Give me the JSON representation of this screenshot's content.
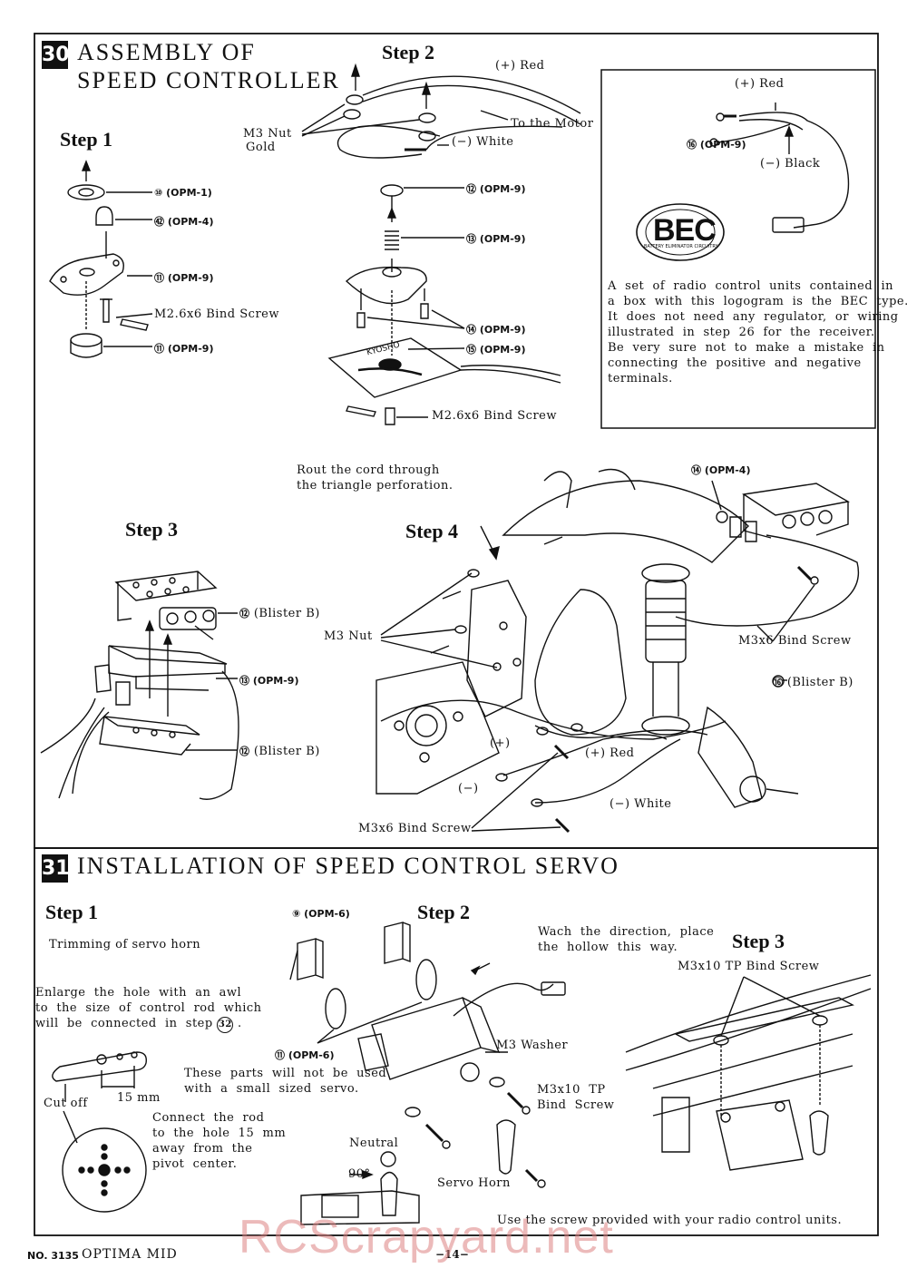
{
  "section30": {
    "number": "30",
    "title_line1": "ASSEMBLY OF",
    "title_line2": "SPEED CONTROLLER",
    "step1": {
      "label": "Step 1",
      "parts": [
        "(OPM-1)",
        "(OPM-4)",
        "(OPM-9)",
        "(OPM-9)"
      ],
      "screw": "M2.6x6  Bind  Screw"
    },
    "step2": {
      "label": "Step 2",
      "plus_red": "(+)   Red",
      "to_motor": "To  the  Motor",
      "minus_white": "(−)   White",
      "nut_line1": "M3  Nut",
      "nut_line2": "Gold",
      "parts": [
        "(OPM-9)",
        "(OPM-9)",
        "(OPM-9)",
        "(OPM-9)"
      ],
      "screw": "M2.6x6  Bind  Screw",
      "kyosho_mark": "KYOSHO"
    },
    "bec_box": {
      "plus_red": "(+)   Red",
      "minus_black": "(−)   Black",
      "part": "(OPM-9)",
      "logo": "BEC",
      "logo_ring": "BATTERY  ELIMINATOR  CIRCUITRY",
      "text": [
        "A  set  of  radio  control  units  contained  in",
        "a  box  with  this  logogram  is  the  BEC  type.",
        "It  does  not  need  any  regulator,  or  wiring",
        "illustrated  in  step  26  for  the  receiver.",
        "Be  very  sure  not  to  make  a  mistake  in",
        "connecting  the  positive  and  negative",
        "terminals."
      ]
    },
    "step3": {
      "label": "Step 3",
      "parts": [
        "(Blister  B)",
        "(OPM-9)",
        "(Blister  B)"
      ]
    },
    "step4": {
      "label": "Step 4",
      "rout_line1": "Rout  the  cord  through",
      "rout_line2": "the  triangle  perforation.",
      "opm4": "(OPM-4)",
      "m3_nut": "M3  Nut",
      "m3x6_bind_1": "M3x6  Bind  Screw",
      "blister_b": "(Blister  B)",
      "plus": "(+)",
      "minus": "(−)",
      "plus_red": "(+)  Red",
      "minus_white": "(−)   White",
      "m3x6_bind_2": "M3x6  Bind  Screw"
    }
  },
  "section31": {
    "number": "31",
    "title": "INSTALLATION  OF  SPEED  CONTROL  SERVO",
    "step1": {
      "label": "Step 1",
      "trimming": "Trimming  of  servo  horn",
      "enlarge": [
        "Enlarge  the  hole  with  an  awl",
        "to  the  size  of  control  rod  which",
        "will  be  connected  in  step"
      ],
      "step_ref": "32",
      "cut_off": "Cut  off",
      "mm": "15  mm",
      "connect": [
        "Connect  the  rod",
        "to  the  hole  15  mm",
        "away  from  the",
        "pivot  center."
      ]
    },
    "step2": {
      "label": "Step 2",
      "opm6_top": "(OPM-6)",
      "wach": [
        "Wach  the  direction,  place",
        "the  hollow  this  way."
      ],
      "opm6_bottom": "(OPM-6)",
      "these_parts": [
        "These  parts  will  not  be  used",
        "with  a  small  sized  servo."
      ],
      "m3_washer": "M3  Washer",
      "m3x10_tp": [
        "M3x10  TP",
        "Bind  Screw"
      ],
      "neutral": "Neutral",
      "ninety": "90°",
      "servo_horn": "Servo  Horn",
      "use_screw": "Use  the  screw  provided  with  your  radio  control  units."
    },
    "step3": {
      "label": "Step 3",
      "screw": "M3x10  TP  Bind  Screw"
    }
  },
  "footer": {
    "model_no": "NO. 3135",
    "model": "OPTIMA  MID",
    "page": "−14−"
  },
  "watermark": "RCScrapyard.net"
}
